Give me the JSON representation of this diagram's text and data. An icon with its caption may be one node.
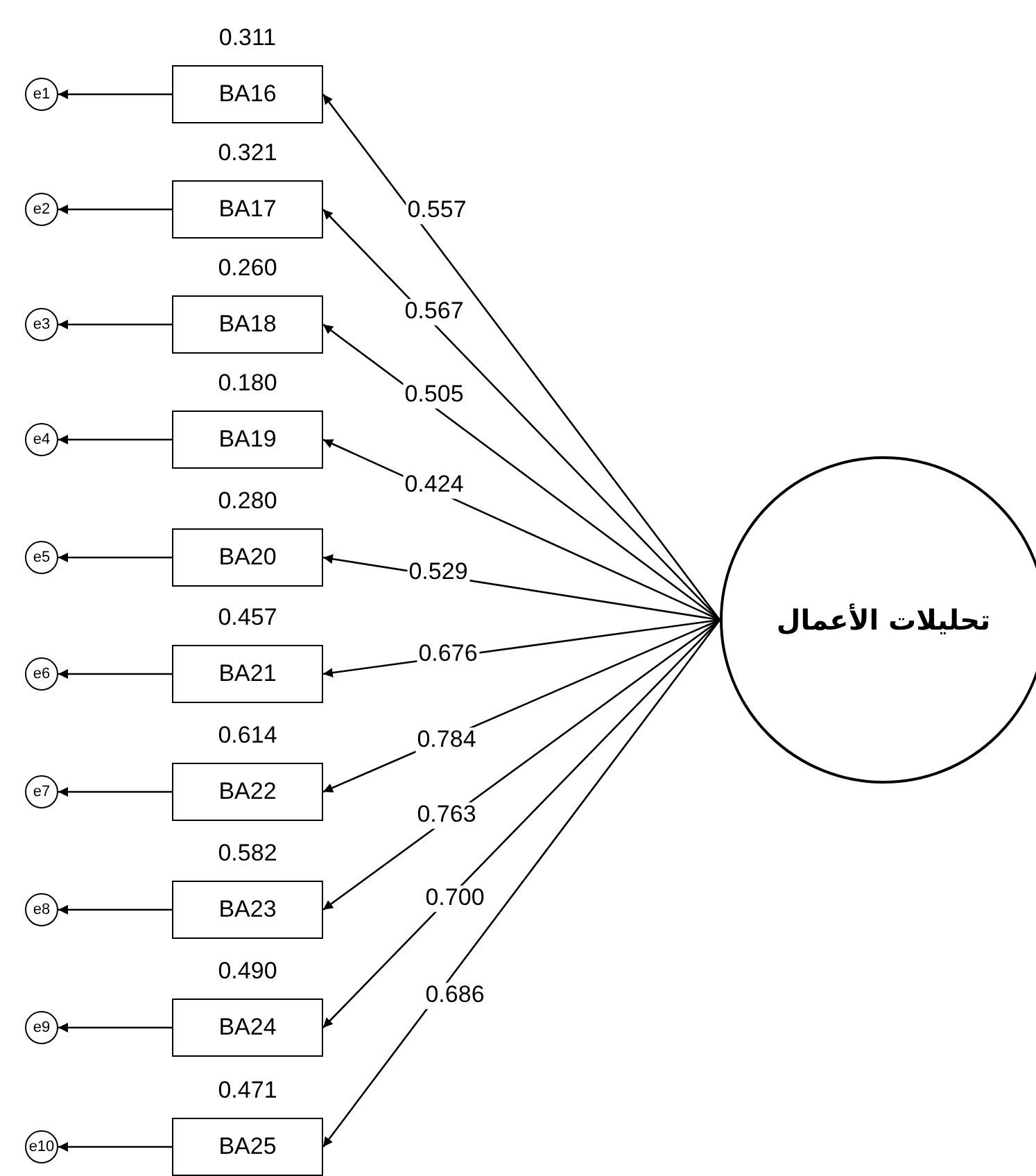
{
  "diagram": {
    "nodes": [
      {
        "text": [
          "e1"
        ]
      },
      {
        "text": [
          "e2"
        ]
      },
      {
        "text": [
          "e3"
        ]
      },
      {
        "text": [
          "e4"
        ]
      },
      {
        "text": [
          "e5"
        ]
      },
      {
        "text": [
          "e6"
        ]
      },
      {
        "text": [
          "e7"
        ]
      },
      {
        "text": [
          "e8"
        ]
      },
      {
        "text": [
          "e9"
        ]
      },
      {
        "text": [
          "e10"
        ]
      },
      {
        "text": [
          "BA16"
        ],
        "beside": [
          "0.311"
        ]
      },
      {
        "text": [
          "BA17"
        ],
        "beside": [
          "0.321"
        ]
      },
      {
        "text": [
          "BA18"
        ],
        "beside": [
          "0.260"
        ]
      },
      {
        "text": [
          "BA19"
        ],
        "beside": [
          "0.180"
        ]
      },
      {
        "text": [
          "BA20"
        ],
        "beside": [
          "0.280"
        ]
      },
      {
        "text": [
          "BA21"
        ],
        "beside": [
          "0.457"
        ]
      },
      {
        "text": [
          "BA22"
        ],
        "beside": [
          "0.614"
        ]
      },
      {
        "text": [
          "BA23"
        ],
        "beside": [
          "0.582"
        ]
      },
      {
        "text": [
          "BA24"
        ],
        "beside": [
          "0.490"
        ]
      },
      {
        "text": [
          "BA25"
        ],
        "beside": [
          "0.471"
        ]
      },
      {
        "text": [
          "تحليلات الأعمال"
        ]
      }
    ],
    "edges": [
      {
        "from": 20,
        "to": 10,
        "arrow": "to",
        "label": "0.557"
      },
      {
        "from": 20,
        "to": 11,
        "arrow": "to",
        "label": "0.567"
      },
      {
        "from": 20,
        "to": 12,
        "arrow": "to",
        "label": "0.505"
      },
      {
        "from": 20,
        "to": 13,
        "arrow": "to",
        "label": "0.424"
      },
      {
        "from": 20,
        "to": 14,
        "arrow": "to",
        "label": "0.529"
      },
      {
        "from": 20,
        "to": 15,
        "arrow": "to",
        "label": "0.676"
      },
      {
        "from": 20,
        "to": 16,
        "arrow": "to",
        "label": "0.784"
      },
      {
        "from": 20,
        "to": 17,
        "arrow": "to",
        "label": "0.763"
      },
      {
        "from": 20,
        "to": 18,
        "arrow": "to",
        "label": "0.700"
      },
      {
        "from": 20,
        "to": 19,
        "arrow": "to",
        "label": "0.686"
      },
      {
        "from": 10,
        "to": 0,
        "arrow": "to"
      },
      {
        "from": 11,
        "to": 1,
        "arrow": "to"
      },
      {
        "from": 12,
        "to": 2,
        "arrow": "to"
      },
      {
        "from": 13,
        "to": 3,
        "arrow": "to"
      },
      {
        "from": 14,
        "to": 4,
        "arrow": "to"
      },
      {
        "from": 15,
        "to": 5,
        "arrow": "to"
      },
      {
        "from": 16,
        "to": 6,
        "arrow": "to"
      },
      {
        "from": 17,
        "to": 7,
        "arrow": "to"
      },
      {
        "from": 18,
        "to": 8,
        "arrow": "to"
      },
      {
        "from": 19,
        "to": 9,
        "arrow": "to"
      }
    ]
  }
}
